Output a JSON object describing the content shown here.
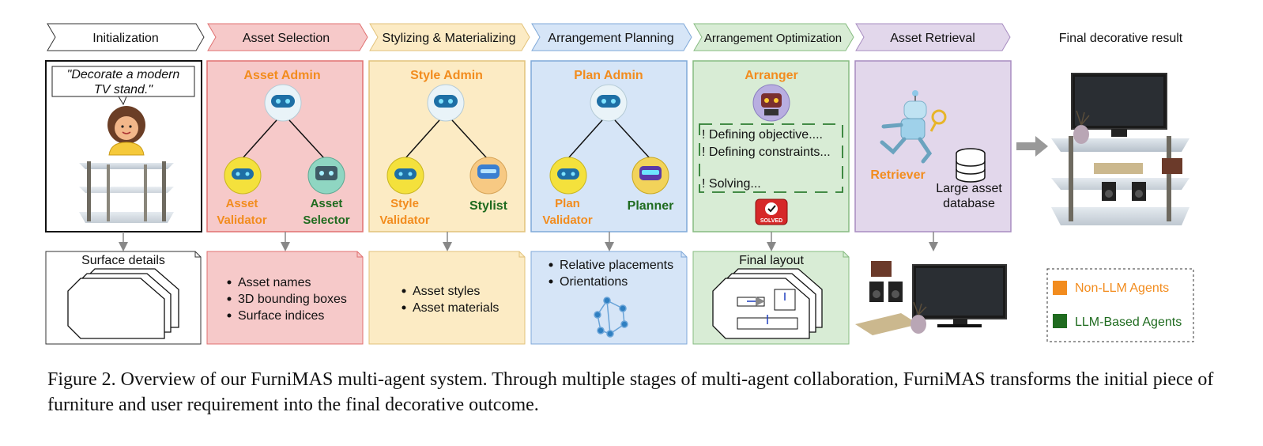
{
  "stages": [
    {
      "label": "Initialization",
      "fill": "#ffffff"
    },
    {
      "label": "Asset Selection",
      "fill": "#f6c9c9"
    },
    {
      "label": "Stylizing & Materializing",
      "fill": "#fcebc4"
    },
    {
      "label": "Arrangement Planning",
      "fill": "#d6e5f7"
    },
    {
      "label": "Arrangement Optimization",
      "fill": "#d8ecd5"
    },
    {
      "label": "Asset Retrieval",
      "fill": "#e2d7eb"
    }
  ],
  "final_title": "Final decorative result",
  "init": {
    "quote_line1": "\"Decorate a modern",
    "quote_line2": "TV stand.\""
  },
  "asset_selection": {
    "admin": "Asset Admin",
    "validator_line1": "Asset",
    "validator_line2": "Validator",
    "selector_line1": "Asset",
    "selector_line2": "Selector"
  },
  "style": {
    "admin": "Style Admin",
    "validator_line1": "Style",
    "validator_line2": "Validator",
    "stylist": "Stylist"
  },
  "plan": {
    "admin": "Plan Admin",
    "validator_line1": "Plan",
    "validator_line2": "Validator",
    "planner": "Planner"
  },
  "optimization": {
    "arranger": "Arranger",
    "steps": [
      "! Defining objective....",
      "! Defining constraints...",
      "! Solving..."
    ],
    "solved_badge": "SOLVED"
  },
  "retrieval": {
    "retriever": "Retriever",
    "db_line1": "Large asset",
    "db_line2": "database"
  },
  "outputs": {
    "surface": "Surface details",
    "asset_items": [
      "Asset names",
      "3D bounding boxes",
      "Surface indices"
    ],
    "style_items": [
      "Asset styles",
      "Asset materials"
    ],
    "plan_items": [
      "Relative placements",
      "Orientations"
    ],
    "layout": "Final layout"
  },
  "legend": {
    "non_llm": "Non-LLM Agents",
    "llm": "LLM-Based Agents"
  },
  "colors": {
    "non_llm": "#f28c1e",
    "llm": "#1f6b1f"
  },
  "caption": "Figure 2. Overview of our FurniMAS multi-agent system. Through multiple stages of multi-agent collaboration, FurniMAS transforms the initial piece of furniture and user requirement into the final decorative outcome."
}
